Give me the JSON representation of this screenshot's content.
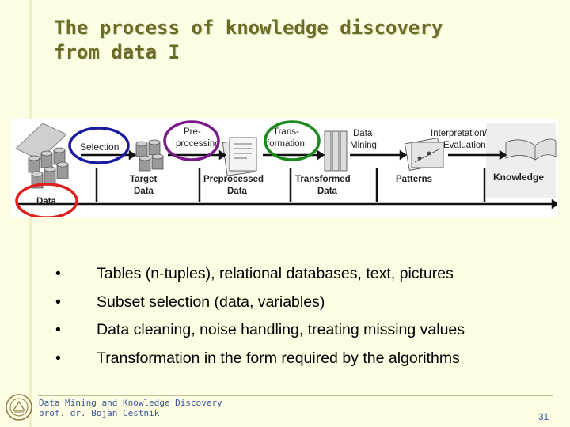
{
  "slide": {
    "title_line1": "The process of knowledge discovery",
    "title_line2": "from data I",
    "diagram": {
      "steps": {
        "selection": "Selection",
        "preprocessing_l1": "Pre-",
        "preprocessing_l2": "processing",
        "transformation_l1": "Trans-",
        "transformation_l2": "formation",
        "data_mining_l1": "Data",
        "data_mining_l2": "Mining",
        "interpretation_l1": "Interpretation/",
        "interpretation_l2": "Evaluation"
      },
      "artifacts": {
        "data": "Data",
        "target_data_l1": "Target",
        "target_data_l2": "Data",
        "preprocessed_data_l1": "Preprocessed",
        "preprocessed_data_l2": "Data",
        "transformed_data_l1": "Transformed",
        "transformed_data_l2": "Data",
        "patterns": "Patterns",
        "knowledge": "Knowledge"
      },
      "highlight_colors": {
        "data": "#e02020",
        "selection": "#1a1aa0",
        "preprocessing": "#7a1a8a",
        "transformation": "#1a8a1a"
      }
    },
    "bullets": [
      "Tables (n-tuples), relational databases, text, pictures",
      "Subset selection (data, variables)",
      "Data cleaning, noise handling, treating missing values",
      "Transformation in the form required by the algorithms"
    ],
    "bullet_symbol": "•",
    "footer": {
      "line1": "Data Mining and Knowledge Discovery",
      "line2": "prof. dr. Bojan Cestnik"
    },
    "page_number": "31"
  }
}
